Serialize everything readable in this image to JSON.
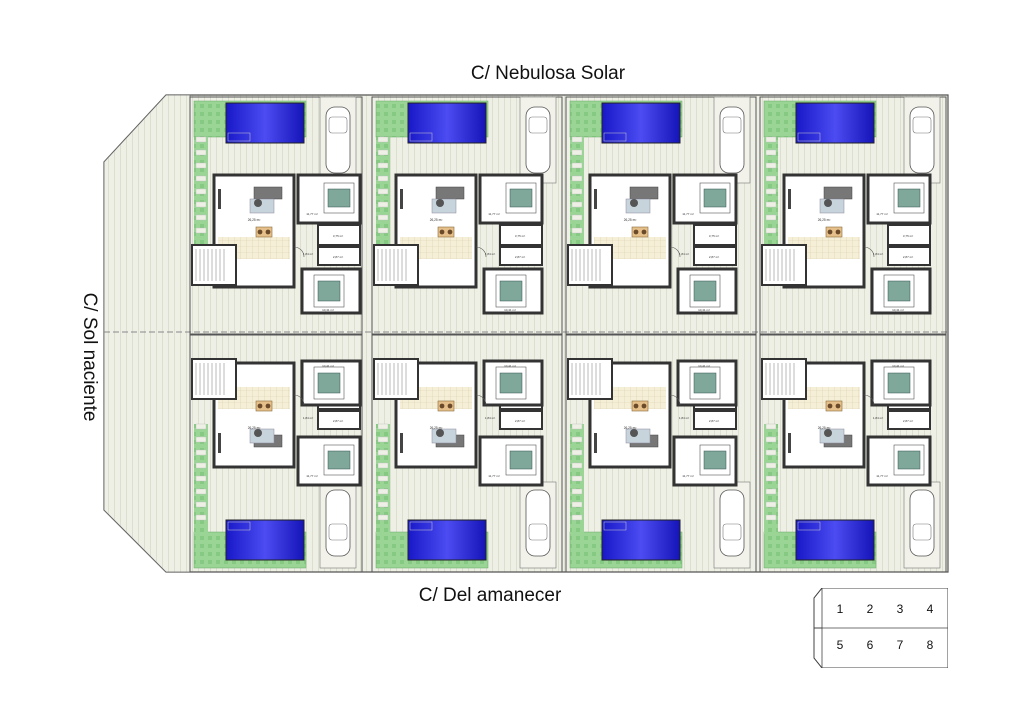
{
  "streets": {
    "top": "C/ Nebulosa Solar",
    "bottom": "C/ Del amanecer",
    "left": "C/ Sol naciente"
  },
  "key_plan": {
    "row1": [
      "1",
      "2",
      "3",
      "4"
    ],
    "row2": [
      "5",
      "6",
      "7",
      "8"
    ]
  },
  "room_labels": {
    "living": "26,25 m²",
    "bedroom_main": "11,77 m²",
    "bath": "3,75 m²",
    "bath2": "2,87 m²",
    "hall": "1,84 m²",
    "bedroom2": "10,41 m²"
  },
  "colors": {
    "pool": "#2b2bd8",
    "garden": "#8fd08a",
    "paving": "#e8eadf",
    "wall": "#333333",
    "room": "#ffffff",
    "kitchen": "#f3ecd0"
  }
}
